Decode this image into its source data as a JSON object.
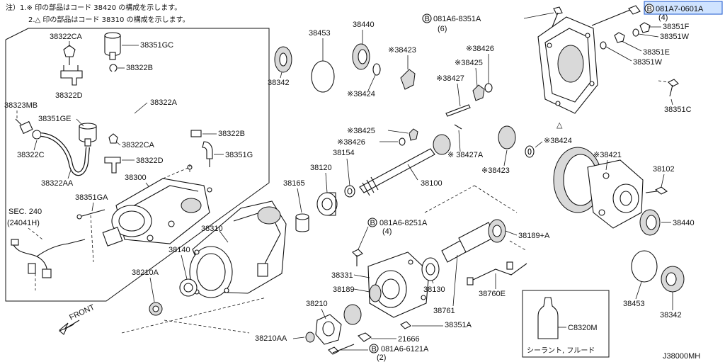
{
  "notes": {
    "line1": "注）1.※ 印の部品はコード 38420 の構成を示します。",
    "line2": "2.△ 印の部品はコード 38310 の構成を示します。"
  },
  "diagram_code": "J38000MH",
  "front_label": "FRONT",
  "sealant_label": "シーラント, フルード",
  "parts": {
    "p38322CA_a": "38322CA",
    "p38351GC": "38351GC",
    "p38322B_a": "38322B",
    "p38322D_a": "38322D",
    "p38322A": "38322A",
    "p38323MB": "38323MB",
    "p38351GE": "38351GE",
    "p38322B_b": "38322B",
    "p38322C": "38322C",
    "p38322CA_b": "38322CA",
    "p38351G": "38351G",
    "p38322D_b": "38322D",
    "p38322AA": "38322AA",
    "p38300": "38300",
    "p38351GA": "38351GA",
    "sec240_a": "SEC. 240",
    "sec240_b": "(24041H)",
    "p38453_a": "38453",
    "p38440_a": "38440",
    "p38342_a": "38342",
    "p38423_a": "※38423",
    "p38424_a": "※38424",
    "p38426_a": "※38426",
    "p38425_a": "※38425",
    "p38427": "※38427",
    "p38425_b": "※38425",
    "p38426_b": "※38426",
    "p38427A": "※ 38427A",
    "p38154": "38154",
    "p38120": "38120",
    "p38165": "38165",
    "p38100": "38100",
    "p38424_b": "※38424",
    "p38423_b": "※38423",
    "p38421": "※38421",
    "p38102": "38102",
    "p38440_b": "38440",
    "bolt_a": "081A6-8351A",
    "bolt_a_qty": "(6)",
    "bolt_b": "081A7-0601A",
    "bolt_b_qty": "(4)",
    "p38351F": "38351F",
    "p38351W_a": "38351W",
    "p38351E": "38351E",
    "p38351W_b": "38351W",
    "p38351C": "38351C",
    "bolt_c": "081A6-8251A",
    "bolt_c_qty": "(4)",
    "p38189A": "38189+A",
    "p38310": "38310",
    "p38140": "38140",
    "p38210A": "38210A",
    "p38331": "38331",
    "p38189": "38189",
    "p38130": "38130",
    "p38761": "38761",
    "p38760E": "38760E",
    "p38210": "38210",
    "p38351A": "38351A",
    "p21666": "21666",
    "bolt_d": "081A6-6121A",
    "bolt_d_qty": "(2)",
    "p38210AA": "38210AA",
    "p38453_b": "38453",
    "p38342_b": "38342",
    "pC8320M": "C8320M"
  }
}
